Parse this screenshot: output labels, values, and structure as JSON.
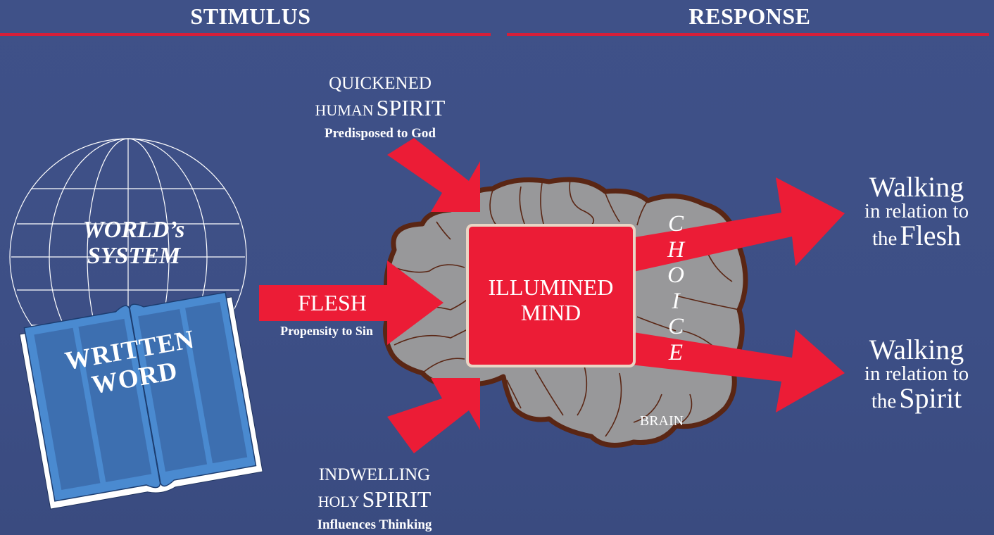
{
  "headers": {
    "left": "STIMULUS",
    "right": "RESPONSE"
  },
  "world": {
    "line1": "WORLD’s",
    "line2": "SYSTEM"
  },
  "book": {
    "line1": "WRITTEN",
    "line2": "WORD"
  },
  "quickened": {
    "line1": "QUICKENED",
    "line2_small": "HUMAN",
    "line2_big": "SPIRIT",
    "sub": "Predisposed to God"
  },
  "flesh": {
    "label": "FLESH",
    "sub": "Propensity to Sin"
  },
  "indwelling": {
    "line1": "INDWELLING",
    "line2_small": "HOLY",
    "line2_big": "SPIRIT",
    "sub": "Influences Thinking"
  },
  "mind": {
    "line1": "ILLUMINED",
    "line2": "MIND"
  },
  "choice": [
    "C",
    "H",
    "O",
    "I",
    "C",
    "E"
  ],
  "brain_label": "BRAIN",
  "response_flesh": {
    "line1": "Walking",
    "line2": "in relation to",
    "line3_small": "the",
    "line3_big": "Flesh"
  },
  "response_spirit": {
    "line1": "Walking",
    "line2": "in relation to",
    "line3_small": "the",
    "line3_big": "Spirit"
  },
  "colors": {
    "background": "#3d5088",
    "accent_red": "#ec1c36",
    "brain_gray": "#98989a",
    "brain_outline": "#5a2614",
    "book_blue": "#3f7ec4"
  }
}
